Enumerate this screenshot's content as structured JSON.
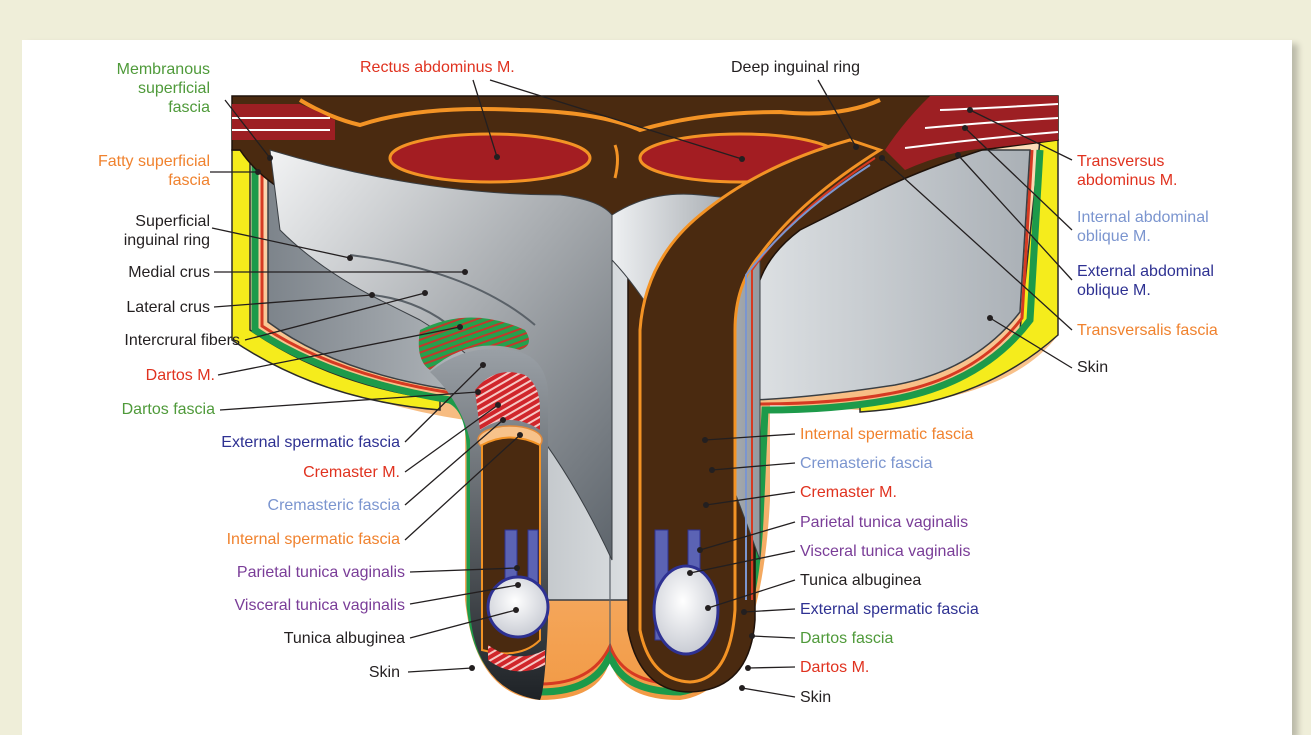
{
  "labels": {
    "membranous_superficial_fascia": "Membranous superficial fascia",
    "membranous_line1": "Membranous",
    "membranous_line2": "superficial",
    "membranous_line3": "fascia",
    "fatty_line1": "Fatty superficial",
    "fatty_line2": "fascia",
    "superficial_ring_line1": "Superficial",
    "superficial_ring_line2": "inguinal ring",
    "medial_crus": "Medial crus",
    "lateral_crus": "Lateral crus",
    "intercrural_fibers": "Intercrural fibers",
    "dartos_m_left": "Dartos M.",
    "dartos_fascia_left": "Dartos fascia",
    "external_spermatic_left": "External spermatic fascia",
    "cremaster_left": "Cremaster M.",
    "cremasteric_left": "Cremasteric fascia",
    "internal_spermatic_left": "Internal spermatic fascia",
    "parietal_tv_left": "Parietal tunica vaginalis",
    "visceral_tv_left": "Visceral tunica vaginalis",
    "tunica_albuginea_left": "Tunica albuginea",
    "skin_left": "Skin",
    "rectus": "Rectus abdominus M.",
    "deep_ring": "Deep inguinal ring",
    "transversus_line1": "Transversus",
    "transversus_line2": "abdominus M.",
    "internal_oblique_line1": "Internal abdominal",
    "internal_oblique_line2": "oblique M.",
    "external_oblique_line1": "External abdominal",
    "external_oblique_line2": "oblique M.",
    "transversalis": "Transversalis fascia",
    "skin_right_top": "Skin",
    "internal_spermatic_right": "Internal spermatic fascia",
    "cremasteric_right": "Cremasteric fascia",
    "cremaster_right": "Cremaster M.",
    "parietal_tv_right": "Parietal tunica vaginalis",
    "visceral_tv_right": "Visceral tunica vaginalis",
    "tunica_albuginea_right": "Tunica albuginea",
    "external_spermatic_right": "External spermatic fascia",
    "dartos_fascia_right": "Dartos fascia",
    "dartos_m_right": "Dartos M.",
    "skin_right_bottom": "Skin"
  },
  "colors": {
    "muscle_brown": "#4a2a10",
    "rectus_red": "#a31d22",
    "fascia_gray": "#b3b8bd",
    "fat_yellow": "#f5ec1c",
    "dartos_green": "#1d9a4a",
    "skin_peach": "#f4b27a",
    "testis_white": "#ffffff",
    "tunica_blue": "#5b63b4"
  }
}
